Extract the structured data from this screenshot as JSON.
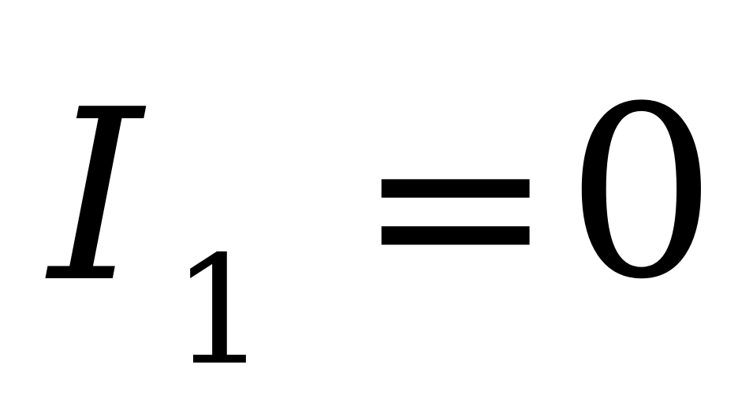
{
  "equation": {
    "variable": "I",
    "subscript": "1",
    "operator": "=",
    "value": "0",
    "text_color": "#000000",
    "background_color": "#ffffff"
  }
}
